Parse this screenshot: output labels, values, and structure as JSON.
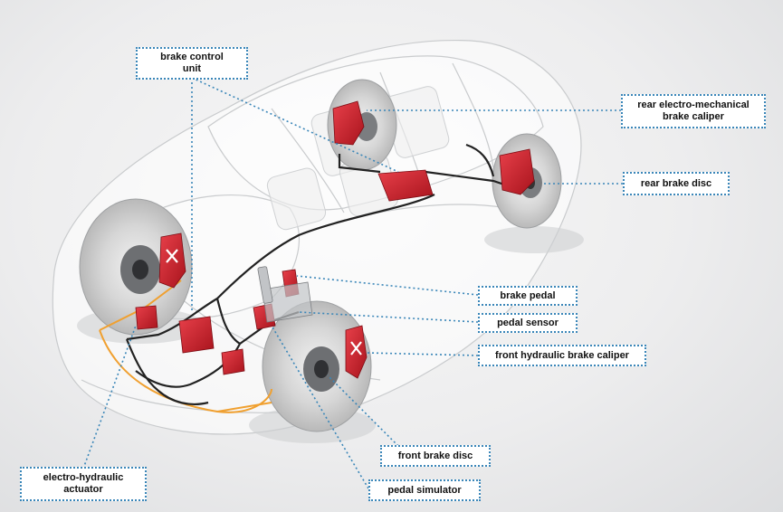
{
  "labels": {
    "brake_control_unit": "brake control\nunit",
    "rear_caliper": "rear electro-mechanical\nbrake caliper",
    "rear_disc": "rear brake disc",
    "brake_pedal": "brake pedal",
    "pedal_sensor": "pedal sensor",
    "front_caliper": "front hydraulic brake caliper",
    "front_disc": "front brake disc",
    "electro_hydraulic_actuator": "electro-hydraulic\nactuator",
    "pedal_simulator": "pedal simulator"
  },
  "colors": {
    "leader_line": "#3a86b8",
    "caliper_red": "#d3232f",
    "brake_line": "#222222",
    "wiring_orange": "#f0a030"
  }
}
